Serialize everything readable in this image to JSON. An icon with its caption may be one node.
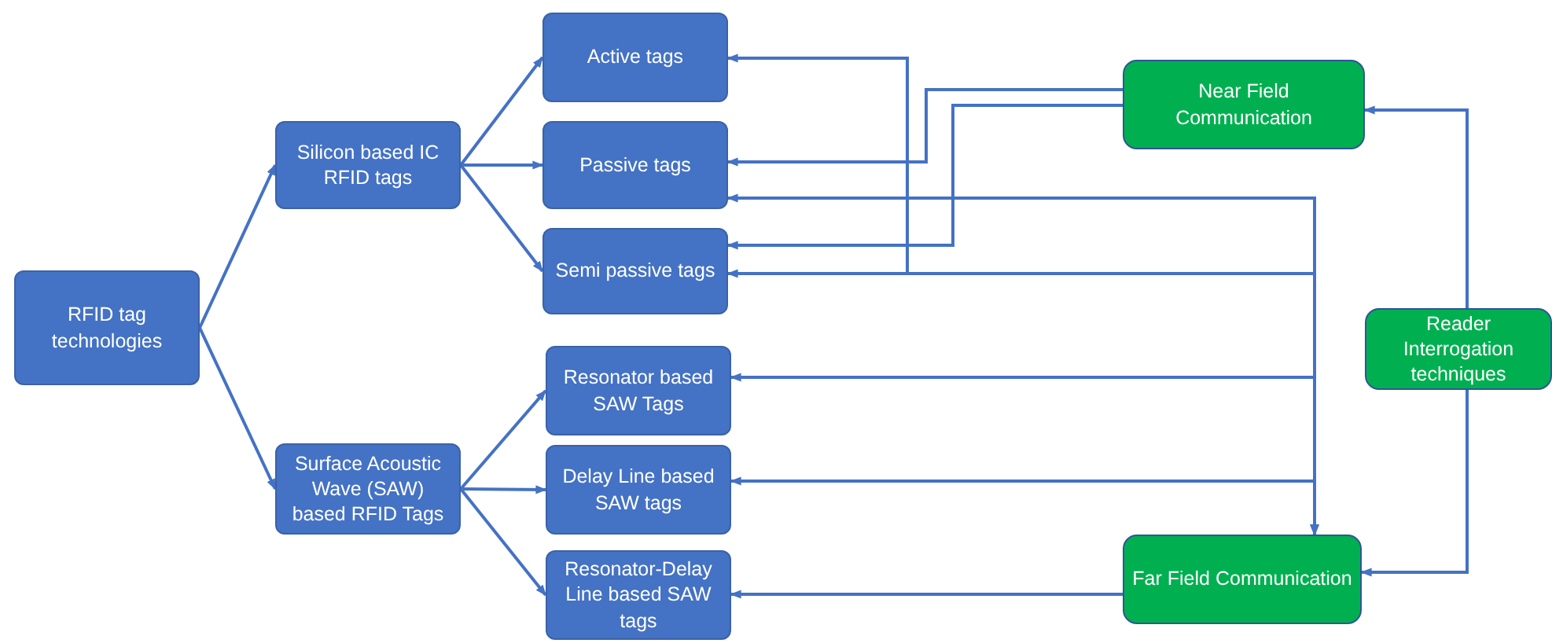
{
  "diagram": {
    "nodes": [
      {
        "text": [
          "RFID tag technologies"
        ]
      },
      {
        "text": [
          "Silicon based IC RFID tags"
        ]
      },
      {
        "text": [
          "Surface Acoustic Wave (SAW) based RFID Tags"
        ]
      },
      {
        "text": [
          "Active tags"
        ]
      },
      {
        "text": [
          "Passive tags"
        ]
      },
      {
        "text": [
          "Semi passive tags"
        ]
      },
      {
        "text": [
          "Resonator based SAW Tags"
        ]
      },
      {
        "text": [
          "Delay Line based SAW tags"
        ]
      },
      {
        "text": [
          "Resonator-Delay Line based SAW tags"
        ]
      },
      {
        "text": [
          "Near Field Communication"
        ]
      },
      {
        "text": [
          "Reader Interrogation techniques"
        ]
      },
      {
        "text": [
          "Far Field Communication"
        ]
      }
    ],
    "edges": [
      {
        "from": 0,
        "to": 1,
        "arrow": "to"
      },
      {
        "from": 0,
        "to": 2,
        "arrow": "to"
      },
      {
        "from": 1,
        "to": 3,
        "arrow": "to"
      },
      {
        "from": 1,
        "to": 4,
        "arrow": "to"
      },
      {
        "from": 1,
        "to": 5,
        "arrow": "to"
      },
      {
        "from": 2,
        "to": 6,
        "arrow": "to"
      },
      {
        "from": 2,
        "to": 7,
        "arrow": "to"
      },
      {
        "from": 2,
        "to": 8,
        "arrow": "to"
      },
      {
        "from": 9,
        "to": 4,
        "arrow": "to"
      },
      {
        "from": 9,
        "to": 5,
        "arrow": "to"
      },
      {
        "from": 10,
        "to": 9,
        "arrow": "to"
      },
      {
        "from": 10,
        "to": 11,
        "arrow": "to"
      },
      {
        "from": 11,
        "to": 3,
        "arrow": "both"
      },
      {
        "from": 11,
        "to": 4,
        "arrow": "both"
      },
      {
        "from": 11,
        "to": 5,
        "arrow": "both"
      },
      {
        "from": 11,
        "to": 6,
        "arrow": "both"
      },
      {
        "from": 11,
        "to": 7,
        "arrow": "both"
      },
      {
        "from": 11,
        "to": 8,
        "arrow": "to"
      }
    ]
  }
}
